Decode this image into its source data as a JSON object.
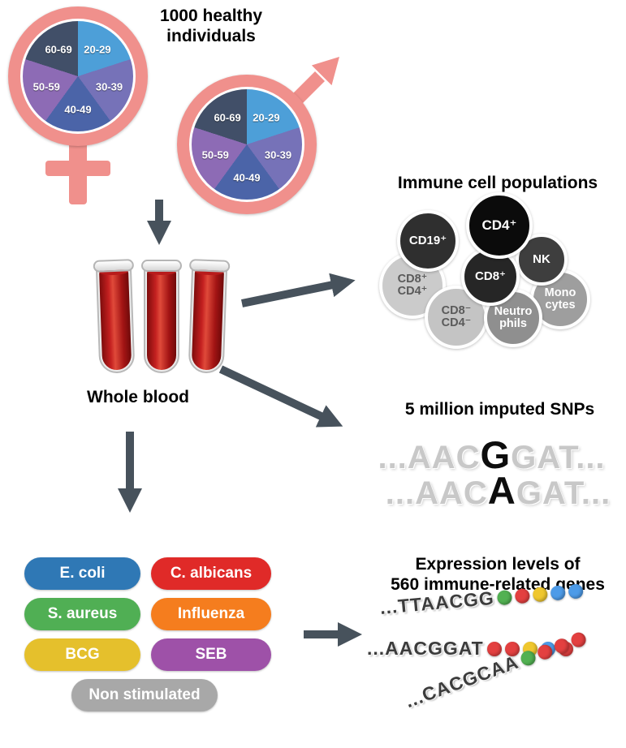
{
  "colors": {
    "gender_symbol": "#F0908C",
    "arrow": "#47525C",
    "blood": "#B41717"
  },
  "cohort": {
    "title": "1000 healthy\nindividuals",
    "age_groups": [
      "20-29",
      "30-39",
      "40-49",
      "50-59",
      "60-69"
    ],
    "pie_gradient": "conic-gradient(#4D9FD8 0deg 72deg, #7672B8 72deg 144deg, #4B64A8 144deg 216deg, #8D6BB5 216deg 288deg, #414F68 288deg 360deg)"
  },
  "whole_blood": {
    "label": "Whole blood"
  },
  "immune_cells": {
    "title": "Immune cell populations",
    "cells": [
      {
        "label": "CD19⁺",
        "color": "#2F2F2F"
      },
      {
        "label": "CD4⁺",
        "color": "#0B0B0B"
      },
      {
        "label": "NK",
        "color": "#3E3E3E"
      },
      {
        "label": "CD8⁺",
        "color": "#262626"
      },
      {
        "label": "CD8⁺\nCD4⁺",
        "color": "#CBCBCB"
      },
      {
        "label": "Mono\ncytes",
        "color": "#9E9E9E"
      },
      {
        "label": "CD8⁻\nCD4⁻",
        "color": "#C4C4C4"
      },
      {
        "label": "Neutro\nphils",
        "color": "#8F8F8F"
      }
    ]
  },
  "snps": {
    "title": "5 million imputed SNPs",
    "rows": [
      {
        "pre": "...AAC",
        "variant": "G",
        "post": "GAT..."
      },
      {
        "pre": "...AAC",
        "variant": "A",
        "post": "GAT..."
      }
    ]
  },
  "stimulations": {
    "items": [
      {
        "label": "E. coli",
        "color": "#2F78B5"
      },
      {
        "label": "C. albicans",
        "color": "#E02A28"
      },
      {
        "label": "S. aureus",
        "color": "#50AF54"
      },
      {
        "label": "Influenza",
        "color": "#F57D1E"
      },
      {
        "label": "BCG",
        "color": "#E5C02C"
      },
      {
        "label": "SEB",
        "color": "#9E51A8"
      },
      {
        "label": "Non stimulated",
        "color": "#A8A8A8"
      }
    ]
  },
  "expression": {
    "title": "Expression levels of\n560 immune-related genes",
    "sequences": [
      {
        "text": "...TTAACGG",
        "dots": [
          "#52B152",
          "#E34040",
          "#EFC72E",
          "#4D9BE8",
          "#4D9BE8"
        ]
      },
      {
        "text": "...AACGGAT",
        "dots": [
          "#E34040",
          "#E34040",
          "#EFC72E",
          "#4D9BE8",
          "#E34040"
        ]
      },
      {
        "text": "...CACGCAA",
        "dots": [
          "#52B152",
          "#E34040",
          "#E34040",
          "#E34040"
        ]
      }
    ]
  }
}
